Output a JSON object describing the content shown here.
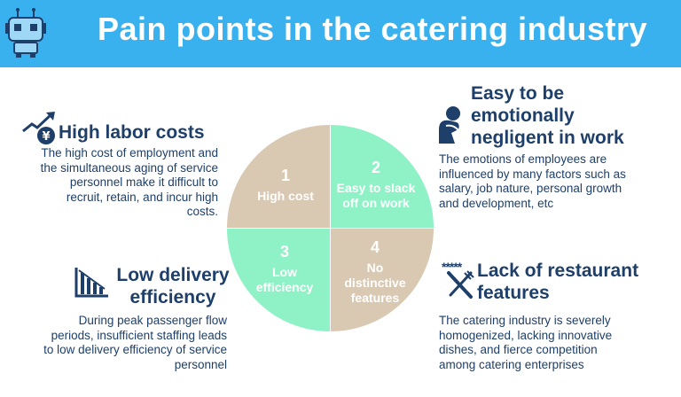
{
  "title": "Pain points in the catering industry",
  "colors": {
    "header": "#38b1ee",
    "text": "#1e3f6a",
    "beige": "#dac9b2",
    "mint": "#8ff2c6"
  },
  "points": {
    "labor": {
      "icon": "yen-trend-up-icon",
      "title": "High labor costs",
      "description": "The high cost of employment and the simultaneous aging of service personnel make it difficult to recruit, retain, and incur high costs."
    },
    "emotion": {
      "icon": "sad-person-icon",
      "title": "Easy to be emotionally negligent in work",
      "description": "The emotions of employees are influenced by many factors such as salary, job nature, personal growth and development, etc"
    },
    "delivery": {
      "icon": "declining-bar-chart-icon",
      "title": "Low delivery efficiency",
      "description": "During peak passenger flow periods, insufficient staffing leads to low delivery efficiency of service personnel"
    },
    "features": {
      "icon": "fork-knife-stars-icon",
      "stars": "*****",
      "title": "Lack of restaurant features",
      "description": "The catering industry is severely homogenized, lacking innovative dishes, and fierce competition among catering enterprises"
    }
  },
  "quadrants": [
    {
      "number": "1",
      "label": "High cost"
    },
    {
      "number": "2",
      "label": "Easy to slack off on work"
    },
    {
      "number": "3",
      "label": "Low efficiency"
    },
    {
      "number": "4",
      "label": "No distinctive features"
    }
  ]
}
